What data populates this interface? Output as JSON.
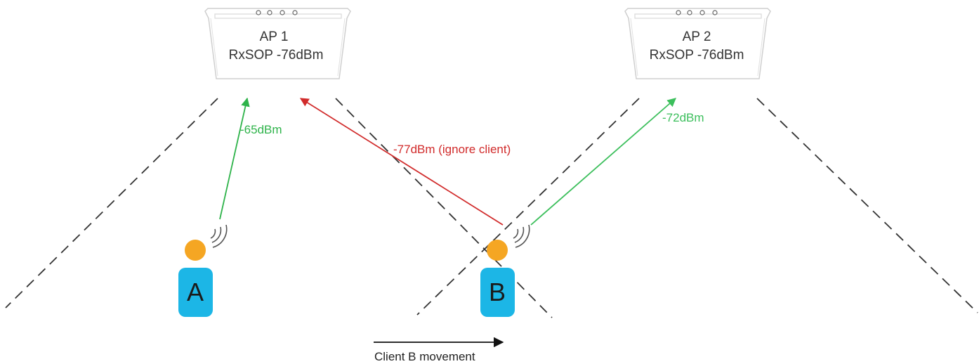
{
  "access_points": [
    {
      "name": "AP 1",
      "rxsop": "RxSOP -76dBm"
    },
    {
      "name": "AP 2",
      "rxsop": "RxSOP -76dBm"
    }
  ],
  "signals": [
    {
      "label": "-65dBm",
      "color": "#2eb34a"
    },
    {
      "label": "-77dBm (ignore client)",
      "color": "#d12b2b"
    },
    {
      "label": "-72dBm",
      "color": "#3cbf5c"
    }
  ],
  "clients": [
    {
      "letter": "A"
    },
    {
      "letter": "B"
    }
  ],
  "movement": {
    "label": "Client B movement"
  },
  "colors": {
    "client_head": "#f5a623",
    "client_body": "#1cb6e6",
    "boundary": "#333333"
  }
}
